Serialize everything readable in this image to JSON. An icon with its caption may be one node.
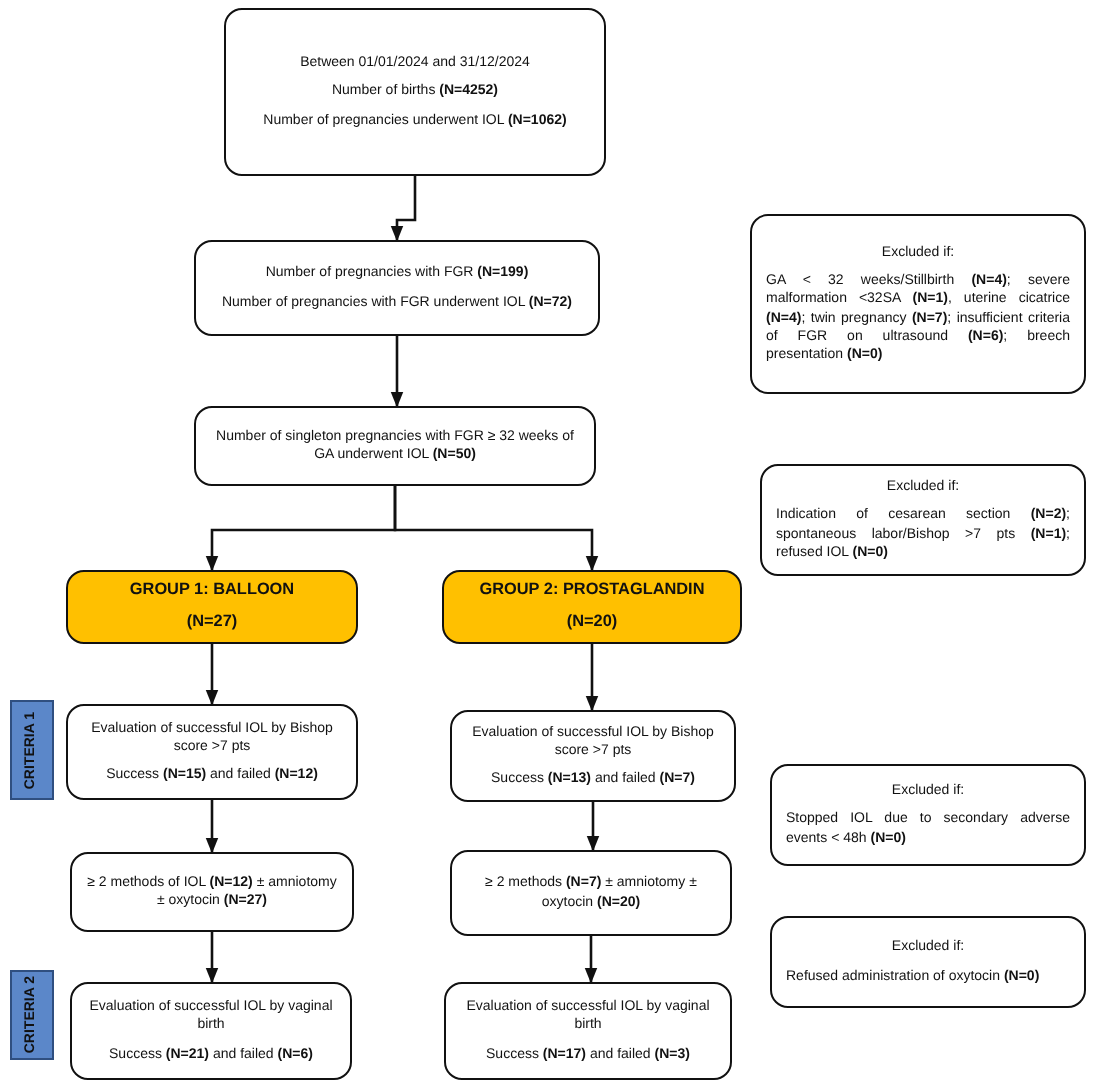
{
  "diagram": {
    "nodes": [
      {
        "text": [
          "Between 01/01/2024 and 31/12/2024",
          "Number of births **(N=4252)**",
          "Number of pregnancies underwent IOL **(N=1062)**"
        ]
      },
      {
        "text": [
          "Number of pregnancies with FGR **(N=199)**",
          "Number of pregnancies with FGR underwent IOL **(N=72)**"
        ]
      },
      {
        "text": [
          "Excluded if:",
          "GA < 32 weeks/Stillbirth **(N=4)**; severe malformation <32SA **(N=1)**, uterine cicatrice **(N=4)**; twin pregnancy **(N=7)**; insufficient criteria of FGR on ultrasound **(N=6)**; breech presentation **(N=0)**"
        ]
      },
      {
        "text": [
          "Number of singleton pregnancies with FGR ≥ 32 weeks of GA underwent IOL **(N=50)**"
        ]
      },
      {
        "text": [
          "Excluded if:",
          "Indication of cesarean section **(N=2)**; spontaneous labor/Bishop >7 pts **(N=1)**; refused IOL **(N=0)**"
        ]
      },
      {
        "text": [
          "GROUP 1: BALLOON",
          "(N=27)"
        ]
      },
      {
        "text": [
          "GROUP 2: PROSTAGLANDIN",
          "(N=20)"
        ]
      },
      {
        "text": [
          "CRITERIA 1"
        ]
      },
      {
        "text": [
          "Evaluation of successful IOL by Bishop score >7 pts",
          "Success **(N=15)** and failed **(N=12)**"
        ]
      },
      {
        "text": [
          "Evaluation of successful IOL by Bishop score >7 pts",
          "Success **(N=13)** and failed **(N=7)**"
        ]
      },
      {
        "text": [
          "Excluded if:",
          "Stopped IOL due to secondary adverse events < 48h **(N=0)**"
        ]
      },
      {
        "text": [
          "≥ 2 methods of IOL **(N=12)** ± amniotomy ± oxytocin **(N=27)**"
        ]
      },
      {
        "text": [
          "≥ 2 methods **(N=7)** ± amniotomy ± oxytocin **(N=20)**"
        ]
      },
      {
        "text": [
          "Excluded if:",
          "Refused administration of oxytocin **(N=0)**"
        ]
      },
      {
        "text": [
          "CRITERIA 2"
        ]
      },
      {
        "text": [
          "Evaluation of successful IOL by vaginal birth",
          "Success **(N=21)** and failed **(N=6)**"
        ]
      },
      {
        "text": [
          "Evaluation of successful IOL by vaginal birth",
          "Success **(N=17)** and failed **(N=3)**"
        ]
      }
    ],
    "edges": [
      {
        "from": 0,
        "to": 1,
        "arrow": "to"
      },
      {
        "from": 1,
        "to": 3,
        "arrow": "to"
      },
      {
        "from": 3,
        "to": 5,
        "arrow": "to"
      },
      {
        "from": 3,
        "to": 6,
        "arrow": "to"
      },
      {
        "from": 5,
        "to": 8,
        "arrow": "to"
      },
      {
        "from": 6,
        "to": 9,
        "arrow": "to"
      },
      {
        "from": 8,
        "to": 11,
        "arrow": "to"
      },
      {
        "from": 9,
        "to": 12,
        "arrow": "to"
      },
      {
        "from": 11,
        "to": 15,
        "arrow": "to"
      },
      {
        "from": 12,
        "to": 16,
        "arrow": "to"
      }
    ]
  }
}
